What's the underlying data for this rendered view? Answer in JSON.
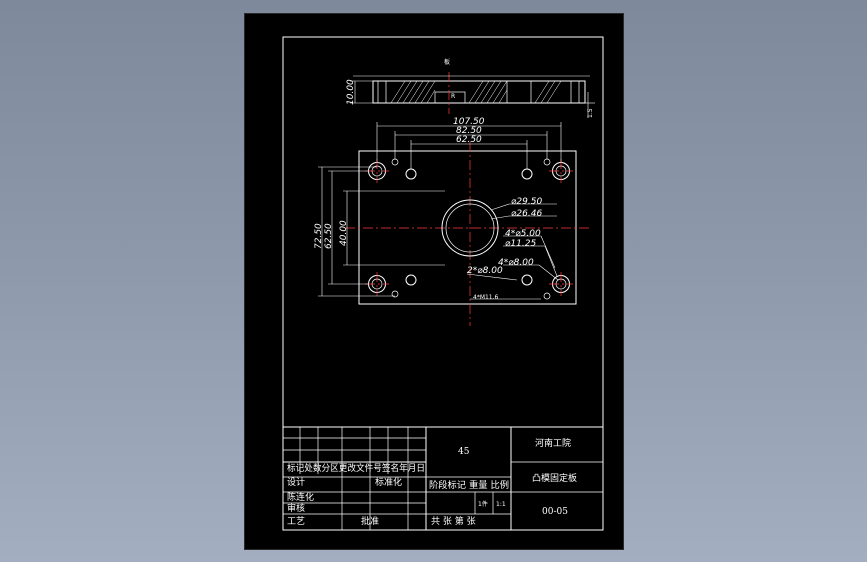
{
  "section_view": {
    "width_label": "板",
    "thickness_dim": "10.00",
    "right_dim": "1.5",
    "center_mark": "R"
  },
  "plan_view": {
    "dim_107": "107.50",
    "dim_82": "82.50",
    "dim_62h": "62.50",
    "dim_72": "72.50",
    "dim_62v": "62.50",
    "dim_40": "40.00",
    "callout_d29": "⌀29.50",
    "callout_d26": "⌀26.46",
    "callout_4x5": "4*⌀5.00",
    "callout_d11": "⌀11.25",
    "callout_4x8a": "4*⌀8.00",
    "callout_2x8": "2*⌀8.00",
    "callout_4xm": "4*M11.6"
  },
  "title_block": {
    "material": "45",
    "school": "河南工院",
    "part_name": "凸模固定板",
    "drawing_no": "00-05",
    "row_header": "标记处数分区更改文件号签名年月日",
    "design": "设计",
    "standardize": "标准化",
    "designer": "陈连化",
    "review": "审核",
    "process": "工艺",
    "approve": "批准",
    "stage_label": "阶段标记 重量 比例",
    "scale": "1:1",
    "sheet_info": "共 张 第 张",
    "qty": "1件"
  },
  "colors": {
    "background": "#8d99ab",
    "sheet": "#000000",
    "lines": "#ffffff",
    "centerlines": "#ff3b3b"
  }
}
